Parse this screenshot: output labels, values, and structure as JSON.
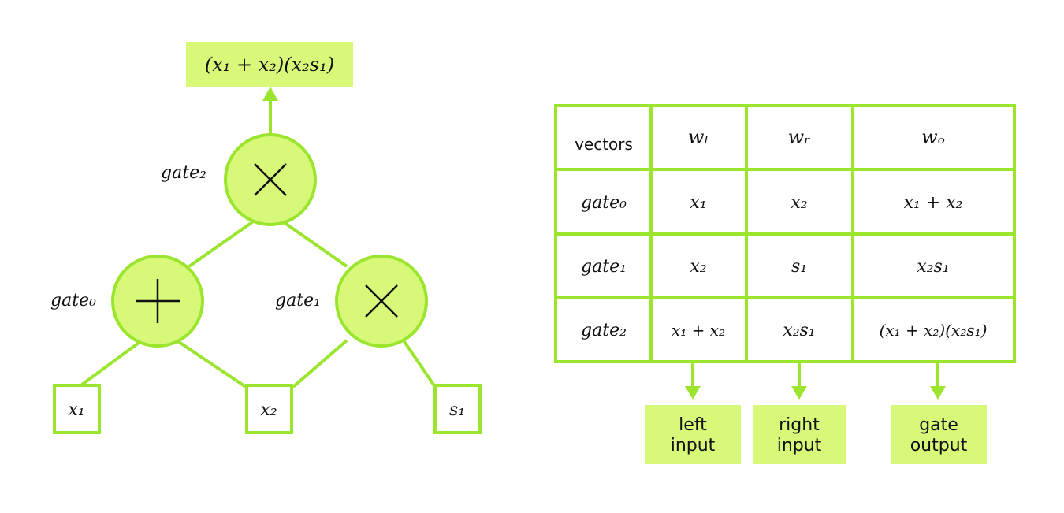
{
  "colors": {
    "accent": "#a6e22e",
    "fill": "#d8f87a",
    "stroke": "#9be52e",
    "ink": "#111111",
    "background": "#ffffff"
  },
  "circuit": {
    "output_expr": "(x₁ + x₂)(x₂s₁)",
    "gates": [
      {
        "id": "gate2",
        "label": "gate₂",
        "op": "×",
        "op_icon": "times-icon"
      },
      {
        "id": "gate0",
        "label": "gate₀",
        "op": "+",
        "op_icon": "plus-icon"
      },
      {
        "id": "gate1",
        "label": "gate₁",
        "op": "×",
        "op_icon": "times-icon"
      }
    ],
    "inputs": [
      {
        "id": "x1",
        "label": "x₁"
      },
      {
        "id": "x2",
        "label": "x₂"
      },
      {
        "id": "s1",
        "label": "s₁"
      }
    ]
  },
  "table": {
    "header": [
      "vectors",
      "wₗ",
      "wᵣ",
      "wₒ"
    ],
    "rows": [
      [
        "gate₀",
        "x₁",
        "x₂",
        "x₁ + x₂"
      ],
      [
        "gate₁",
        "x₂",
        "s₁",
        "x₂s₁"
      ],
      [
        "gate₂",
        "x₁ + x₂",
        "x₂s₁",
        "(x₁ + x₂)(x₂s₁)"
      ]
    ]
  },
  "callouts": [
    {
      "line1": "left",
      "line2": "input"
    },
    {
      "line1": "right",
      "line2": "input"
    },
    {
      "line1": "gate",
      "line2": "output"
    }
  ]
}
